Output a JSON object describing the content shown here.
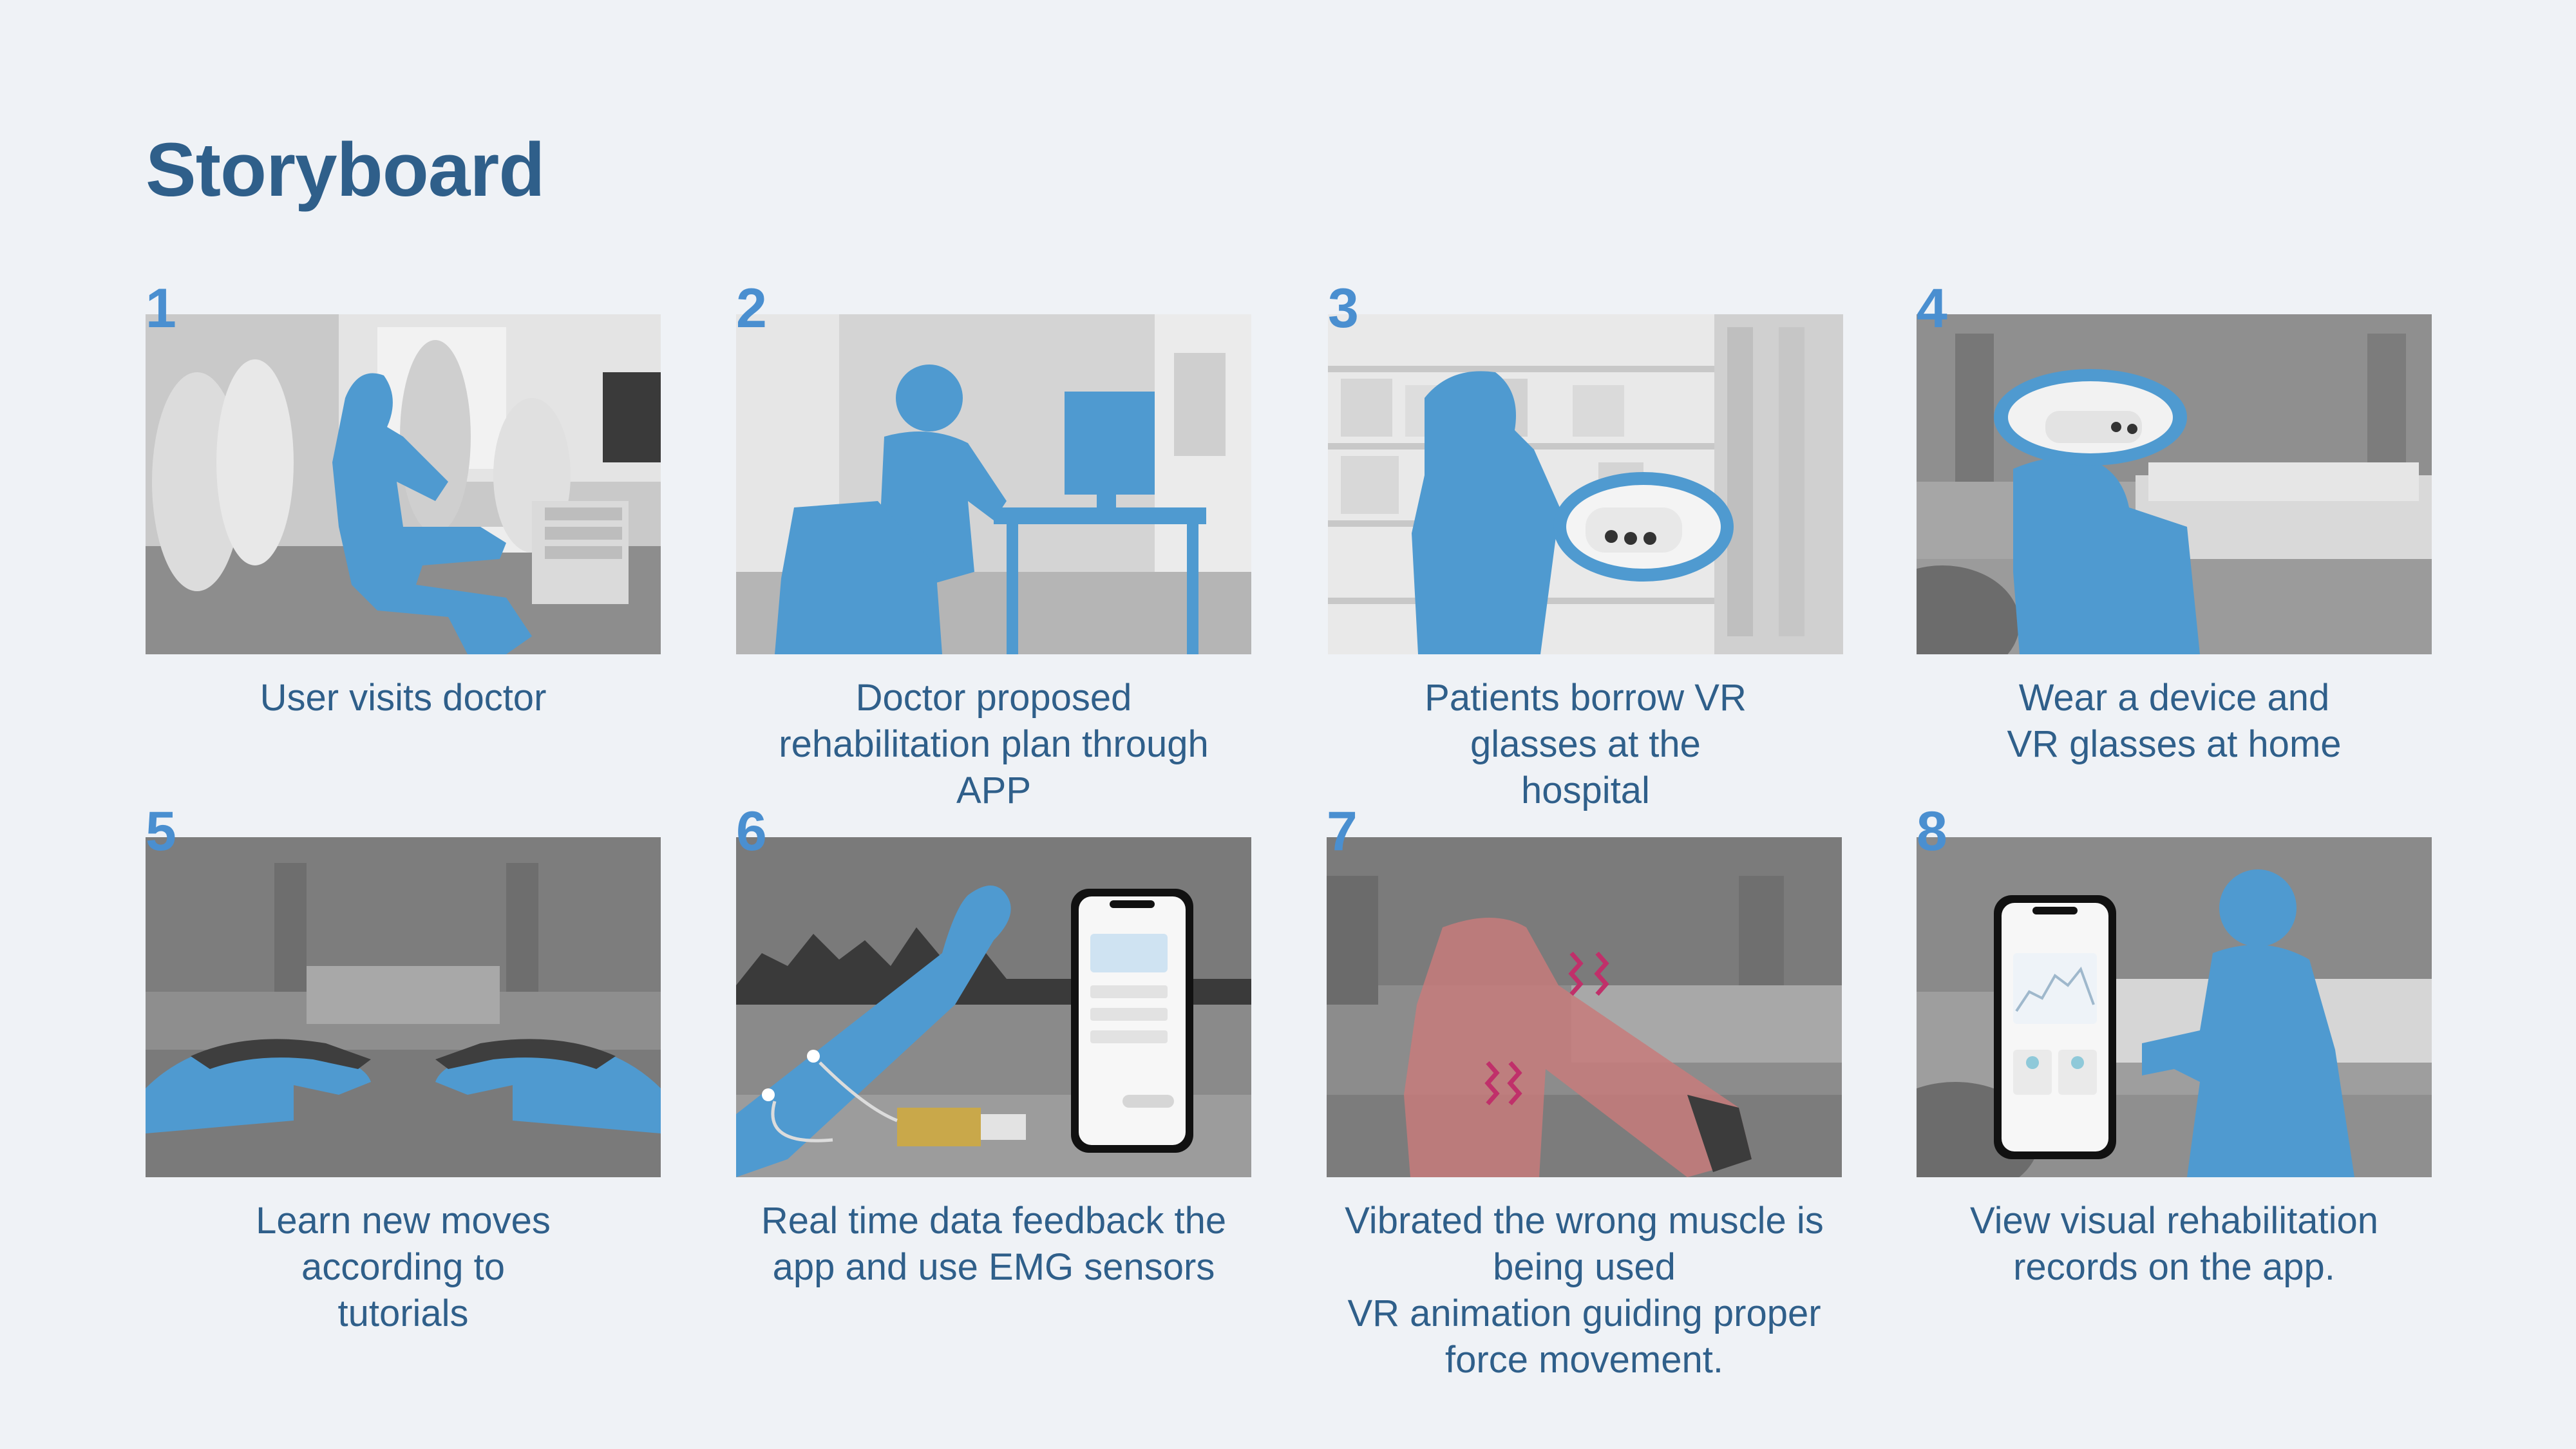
{
  "slide": {
    "title": "Storyboard",
    "accent_color": "#4a8fd0",
    "silhouette_color": "#4f9ad0",
    "text_color": "#2f5f8a"
  },
  "panels": [
    {
      "number": "1",
      "scene": "doctor-visit",
      "caption": [
        "User visits doctor"
      ]
    },
    {
      "number": "2",
      "scene": "doctor-desk",
      "caption": [
        "Doctor proposed",
        "rehabilitation plan through",
        "APP"
      ]
    },
    {
      "number": "3",
      "scene": "hospital-shelves",
      "caption": [
        "Patients borrow VR",
        "glasses at the",
        "hospital"
      ]
    },
    {
      "number": "4",
      "scene": "living-room-vr",
      "caption": [
        "Wear a device and",
        "VR glasses at home"
      ]
    },
    {
      "number": "5",
      "scene": "vr-hands",
      "caption": [
        "Learn new moves",
        "according to",
        "tutorials"
      ]
    },
    {
      "number": "6",
      "scene": "emg-app",
      "caption": [
        "Real time data feedback the",
        "app and use EMG sensors"
      ]
    },
    {
      "number": "7",
      "scene": "muscle-vibration",
      "caption": [
        "Vibrated the wrong muscle is",
        "being used",
        "VR animation guiding proper",
        "force movement."
      ]
    },
    {
      "number": "8",
      "scene": "records-app",
      "caption": [
        "View visual rehabilitation",
        "records on the app."
      ]
    }
  ]
}
